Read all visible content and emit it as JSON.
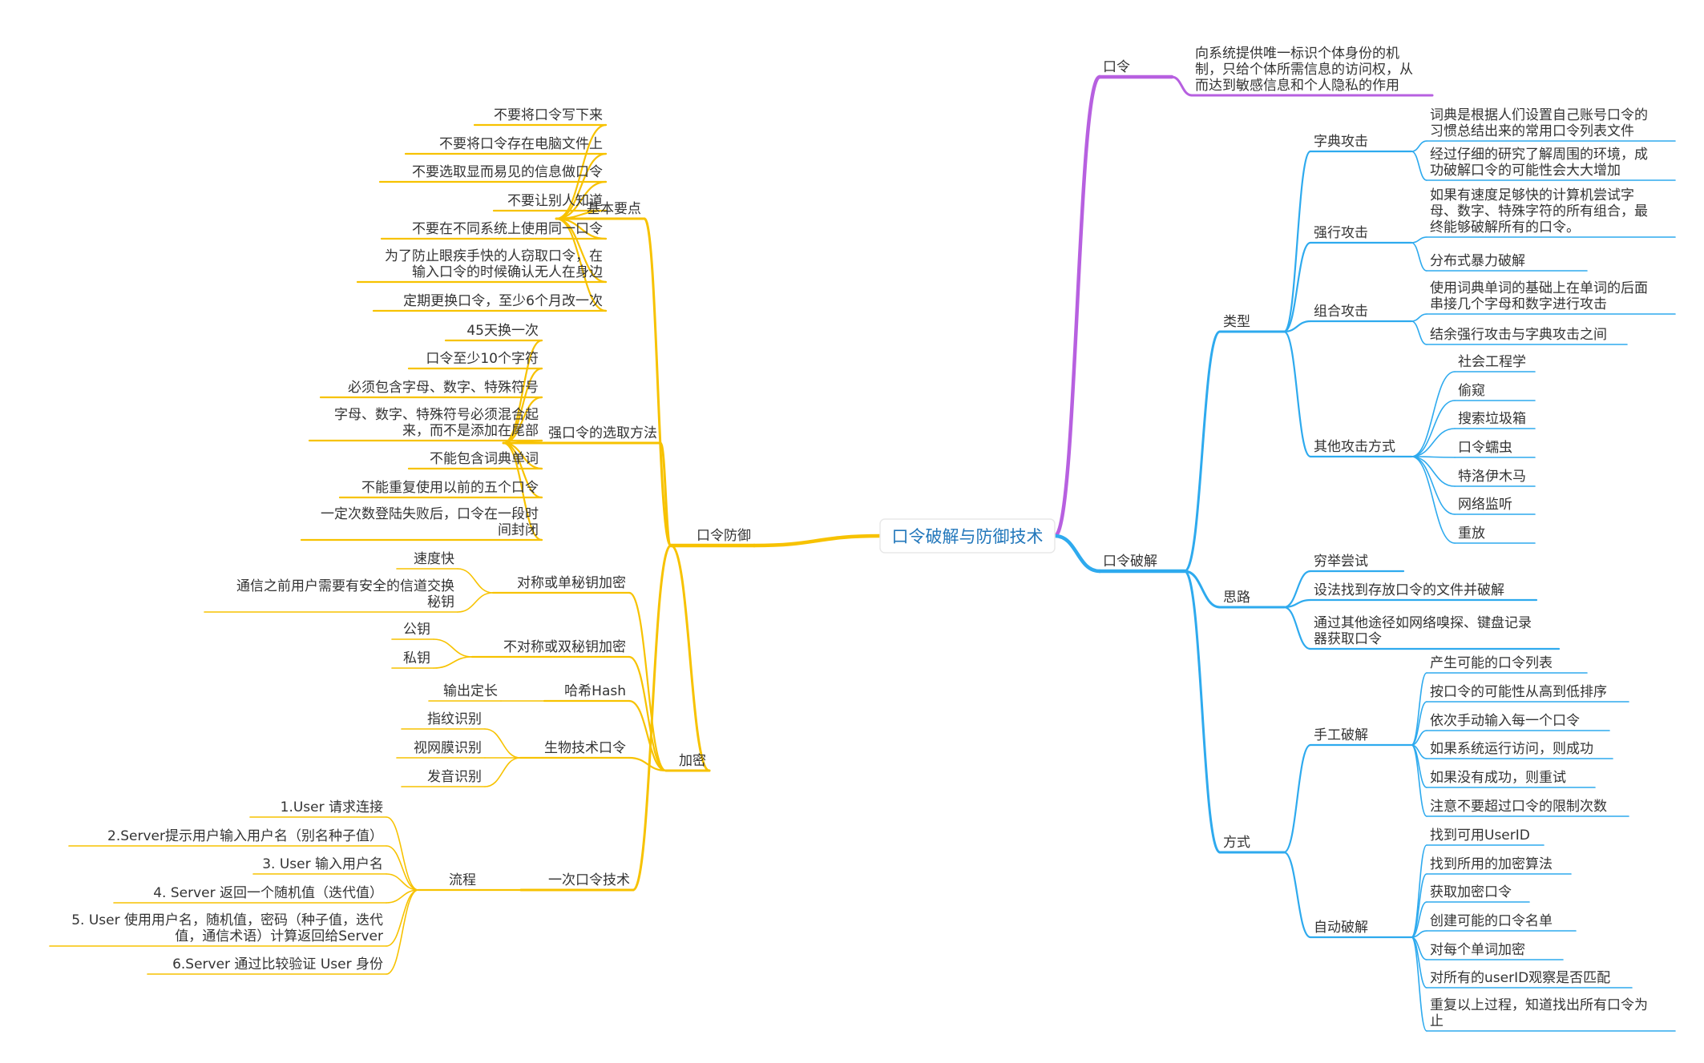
{
  "title": "口令破解与防御技术",
  "colors": {
    "purple": "#b760e0",
    "blue": "#2eaaee",
    "yellow": "#f7c200",
    "root_text": "#2277bb",
    "text": "#333333"
  },
  "right": [
    {
      "label": "口令",
      "color": "purple",
      "children": [
        {
          "label": "向系统提供唯一标识个体身份的机制，只给个体所需信息的访问权，从而达到敏感信息和个人隐私的作用",
          "lines": [
            "向系统提供唯一标识个体身份的机",
            "制，只给个体所需信息的访问权，从",
            "而达到敏感信息和个人隐私的作用"
          ]
        }
      ]
    },
    {
      "label": "口令破解",
      "color": "blue",
      "children": [
        {
          "label": "类型",
          "children": [
            {
              "label": "字典攻击",
              "children": [
                {
                  "label": "词典是根据人们设置自己账号口令的习惯总结出来的常用口令列表文件",
                  "lines": [
                    "词典是根据人们设置自己账号口令的",
                    "习惯总结出来的常用口令列表文件"
                  ]
                },
                {
                  "label": "经过仔细的研究了解周围的环境，成功破解口令的可能性会大大增加",
                  "lines": [
                    "经过仔细的研究了解周围的环境，成",
                    "功破解口令的可能性会大大增加"
                  ]
                }
              ]
            },
            {
              "label": "强行攻击",
              "children": [
                {
                  "label": "如果有速度足够快的计算机尝试字母、数字、特殊字符的所有组合，最终能够破解所有的口令。",
                  "lines": [
                    "如果有速度足够快的计算机尝试字",
                    "母、数字、特殊字符的所有组合，最",
                    "终能够破解所有的口令。"
                  ]
                },
                {
                  "label": "分布式暴力破解"
                }
              ]
            },
            {
              "label": "组合攻击",
              "children": [
                {
                  "label": "使用词典单词的基础上在单词的后面串接几个字母和数字进行攻击",
                  "lines": [
                    "使用词典单词的基础上在单词的后面",
                    "串接几个字母和数字进行攻击"
                  ]
                },
                {
                  "label": "结余强行攻击与字典攻击之间"
                }
              ]
            },
            {
              "label": "其他攻击方式",
              "children": [
                {
                  "label": "社会工程学"
                },
                {
                  "label": "偷窥"
                },
                {
                  "label": "搜索垃圾箱"
                },
                {
                  "label": "口令蠕虫"
                },
                {
                  "label": "特洛伊木马"
                },
                {
                  "label": "网络监听"
                },
                {
                  "label": "重放"
                }
              ]
            }
          ]
        },
        {
          "label": "思路",
          "children": [
            {
              "label": "穷举尝试"
            },
            {
              "label": "设法找到存放口令的文件并破解"
            },
            {
              "label": "通过其他途径如网络嗅探、键盘记录器获取口令",
              "lines": [
                "通过其他途径如网络嗅探、键盘记录",
                "器获取口令"
              ]
            }
          ]
        },
        {
          "label": "方式",
          "children": [
            {
              "label": "手工破解",
              "children": [
                {
                  "label": "产生可能的口令列表"
                },
                {
                  "label": "按口令的可能性从高到低排序"
                },
                {
                  "label": "依次手动输入每一个口令"
                },
                {
                  "label": "如果系统运行访问，则成功"
                },
                {
                  "label": "如果没有成功，则重试"
                },
                {
                  "label": "注意不要超过口令的限制次数"
                }
              ]
            },
            {
              "label": "自动破解",
              "children": [
                {
                  "label": "找到可用UserID"
                },
                {
                  "label": "找到所用的加密算法"
                },
                {
                  "label": "获取加密口令"
                },
                {
                  "label": "创建可能的口令名单"
                },
                {
                  "label": "对每个单词加密"
                },
                {
                  "label": "对所有的userID观察是否匹配"
                },
                {
                  "label": "重复以上过程，知道找出所有口令为止",
                  "lines": [
                    "重复以上过程，知道找出所有口令为",
                    "止"
                  ]
                }
              ]
            }
          ]
        }
      ]
    }
  ],
  "left": [
    {
      "label": "口令防御",
      "color": "yellow",
      "children": [
        {
          "label": "基本要点",
          "children": [
            {
              "label": "不要将口令写下来"
            },
            {
              "label": "不要将口令存在电脑文件上"
            },
            {
              "label": "不要选取显而易见的信息做口令"
            },
            {
              "label": "不要让别人知道"
            },
            {
              "label": "不要在不同系统上使用同一口令"
            },
            {
              "label": "为了防止眼疾手快的人窃取口令，在输入口令的时候确认无人在身边",
              "lines": [
                "为了防止眼疾手快的人窃取口令，在",
                "输入口令的时候确认无人在身边"
              ]
            },
            {
              "label": "定期更换口令，至少6个月改一次"
            }
          ]
        },
        {
          "label": "强口令的选取方法",
          "children": [
            {
              "label": "45天换一次"
            },
            {
              "label": "口令至少10个字符"
            },
            {
              "label": "必须包含字母、数字、特殊符号"
            },
            {
              "label": "字母、数字、特殊符号必须混合起来，而不是添加在尾部",
              "lines": [
                "字母、数字、特殊符号必须混合起",
                "来，而不是添加在尾部"
              ]
            },
            {
              "label": "不能包含词典单词"
            },
            {
              "label": "不能重复使用以前的五个口令"
            },
            {
              "label": "一定次数登陆失败后，口令在一段时间封闭",
              "lines": [
                "一定次数登陆失败后，口令在一段时",
                "间封闭"
              ]
            }
          ]
        },
        {
          "label": "加密",
          "children": [
            {
              "label": "对称或单秘钥加密",
              "children": [
                {
                  "label": "速度快"
                },
                {
                  "label": "通信之前用户需要有安全的信道交换秘钥",
                  "lines": [
                    "通信之前用户需要有安全的信道交换",
                    "秘钥"
                  ]
                }
              ]
            },
            {
              "label": "不对称或双秘钥加密",
              "children": [
                {
                  "label": "公钥"
                },
                {
                  "label": "私钥"
                }
              ]
            },
            {
              "label": "哈希Hash",
              "children": [
                {
                  "label": "输出定长"
                }
              ]
            },
            {
              "label": "生物技术口令",
              "children": [
                {
                  "label": "指纹识别"
                },
                {
                  "label": "视网膜识别"
                },
                {
                  "label": "发音识别"
                }
              ]
            }
          ]
        },
        {
          "label": "一次口令技术",
          "children": [
            {
              "label": "流程",
              "children": [
                {
                  "label": "1.User 请求连接"
                },
                {
                  "label": "2.Server提示用户输入用户名（别名种子值）"
                },
                {
                  "label": "3. User 输入用户名"
                },
                {
                  "label": "4. Server 返回一个随机值（迭代值）"
                },
                {
                  "label": "5. User 使用用户名，随机值，密码（种子值，迭代值，通信术语）计算返回给Server",
                  "lines": [
                    "5. User 使用用户名，随机值，密码（种子值，迭代",
                    "值，通信术语）计算返回给Server"
                  ]
                },
                {
                  "label": "6.Server 通过比较验证 User 身份"
                }
              ]
            }
          ]
        }
      ]
    }
  ]
}
